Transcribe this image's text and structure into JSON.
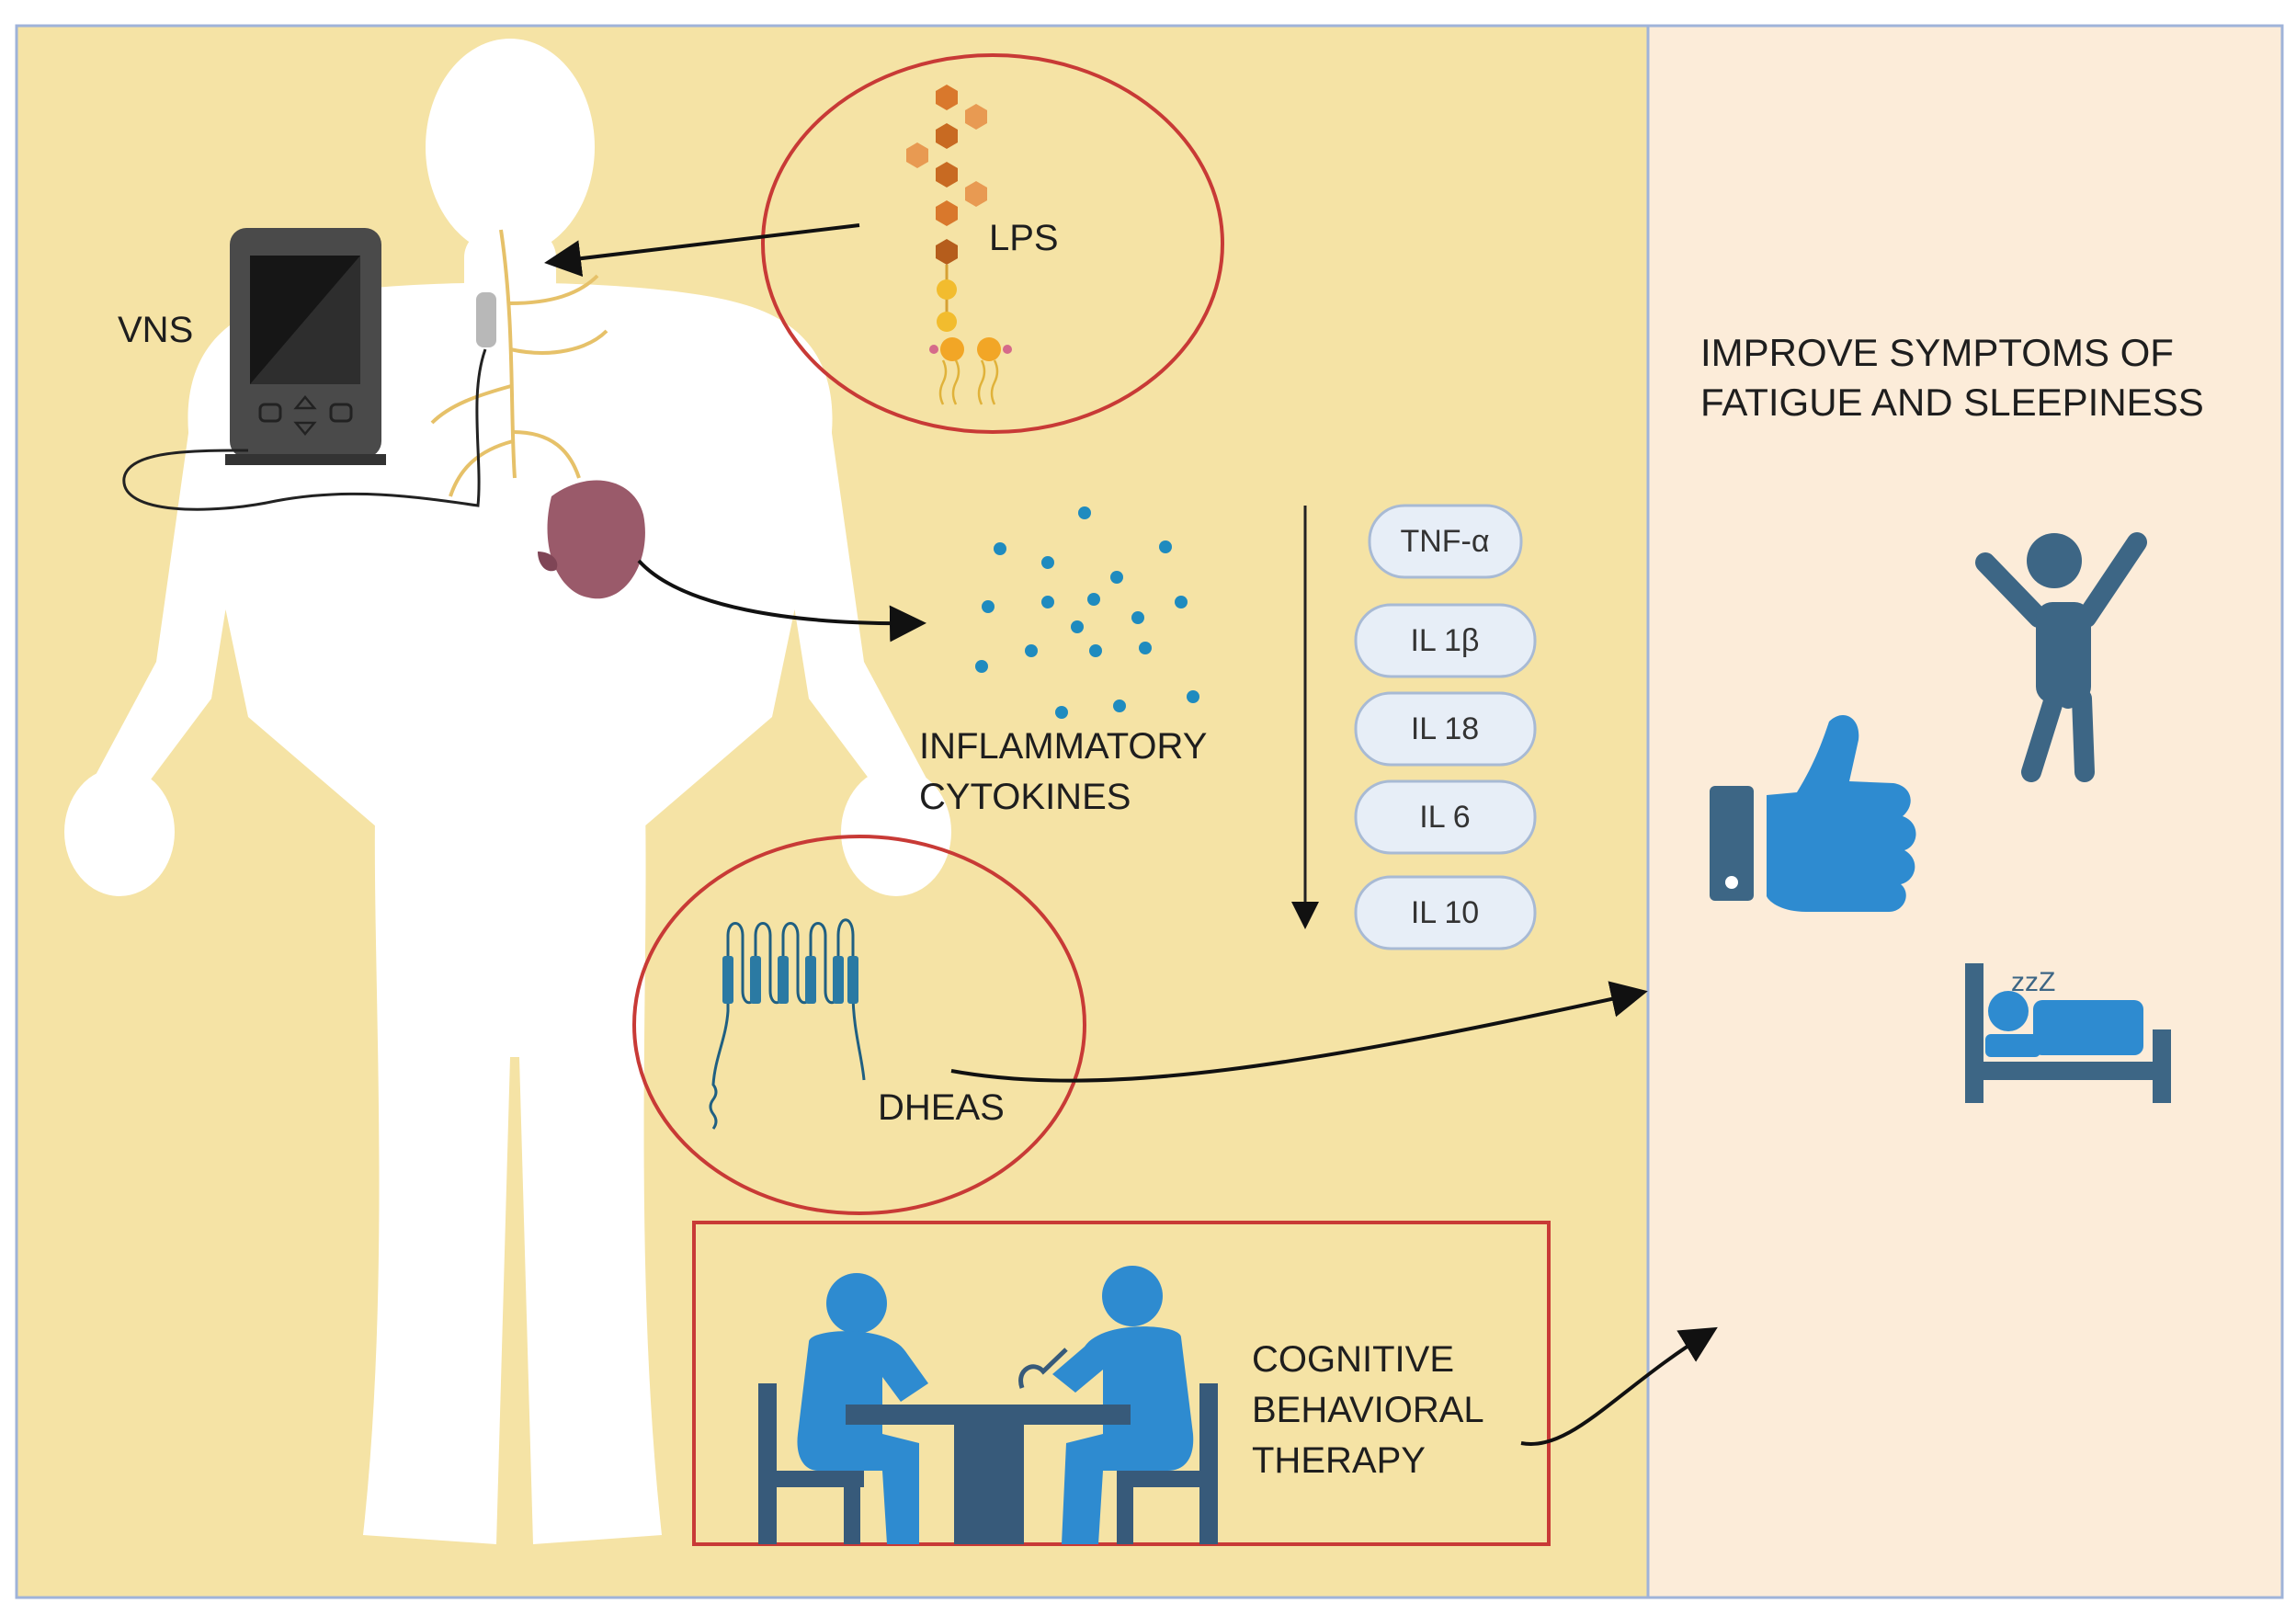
{
  "labels": {
    "vns": "VNS",
    "lps": "LPS",
    "inflammatory_line1": "INFLAMMATORY",
    "inflammatory_line2": "CYTOKINES",
    "dheas": "DHEAS",
    "cbt_line1": "COGNITIVE",
    "cbt_line2": "BEHAVIORAL",
    "cbt_line3": "THERAPY",
    "outcome_line1": "IMPROVE SYMPTOMS OF",
    "outcome_line2": "FATIGUE AND SLEEPINESS",
    "sleep_z": "zzZ"
  },
  "cytokines": [
    "TNF-α",
    "IL 1β",
    "IL 18",
    "IL 6",
    "IL 10"
  ],
  "icons": {
    "body": "human-body-silhouette-icon",
    "device": "vns-stimulator-device-icon",
    "spleen": "spleen-icon",
    "lps_molecule": "lps-molecule-icon",
    "receptor": "dheas-receptor-icon",
    "therapy": "therapy-session-icon",
    "thumbs": "thumbs-up-icon",
    "jump": "jumping-person-icon",
    "bed": "sleeping-in-bed-icon"
  },
  "colors": {
    "left_panel": "#f5e3a5",
    "right_panel": "#fcecd9",
    "panel_border": "#9fb3d9",
    "circle": "#c83a36",
    "blue_icon": "#2e8bd0",
    "dark_icon": "#3d6685",
    "dots": "#1f8bbf",
    "pill_fill": "#e7eef7",
    "pill_border": "#a8bad4"
  }
}
